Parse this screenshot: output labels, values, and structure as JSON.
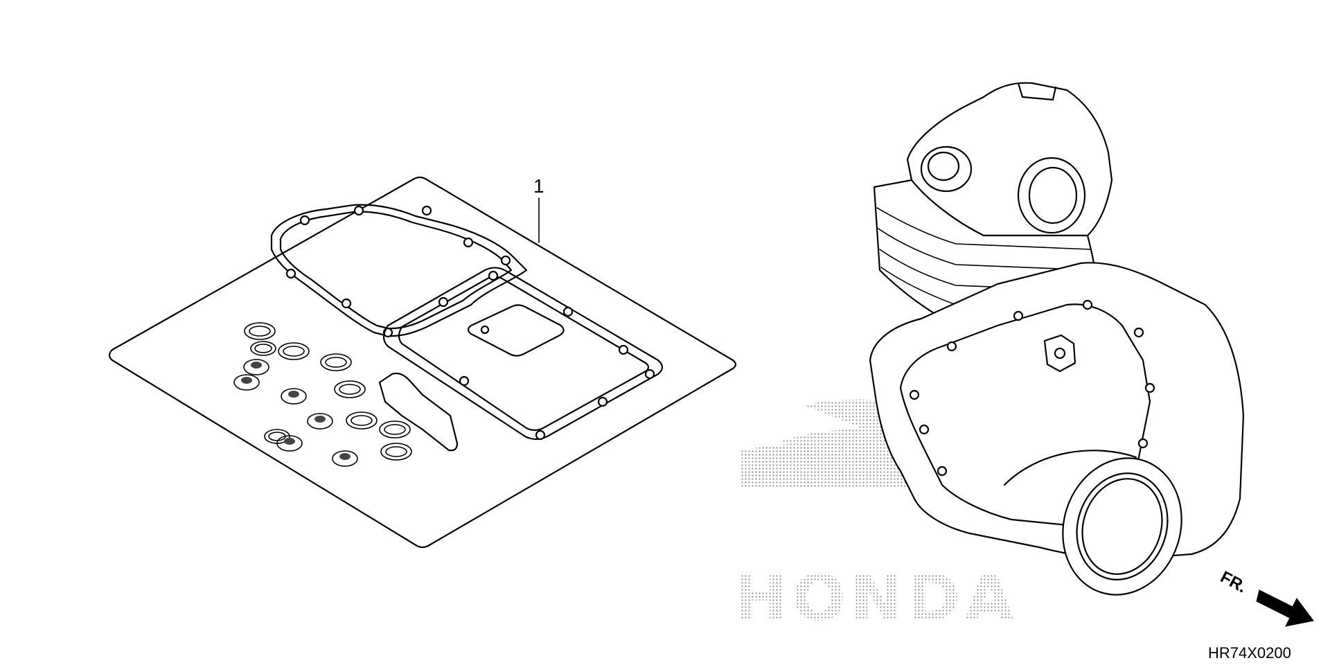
{
  "diagram": {
    "callouts": [
      {
        "number": "1",
        "part": "gasket-kit"
      }
    ],
    "direction_indicator": {
      "label": "FR."
    },
    "diagram_code": "HR74X0200",
    "watermark": {
      "text": "HONDA"
    },
    "colors": {
      "line": "#000000",
      "background": "#ffffff",
      "watermark_dots": "#9a9a9a"
    }
  }
}
